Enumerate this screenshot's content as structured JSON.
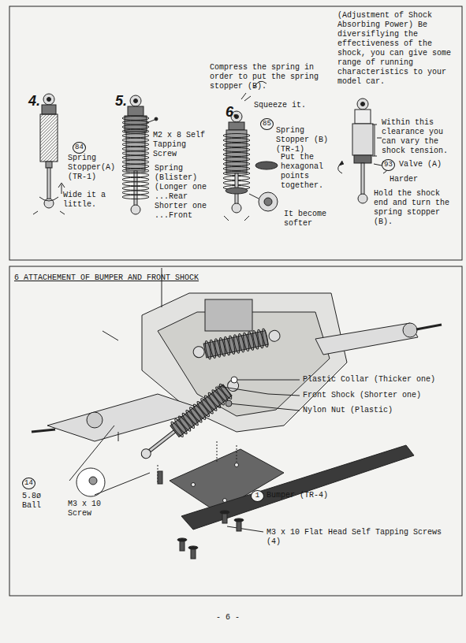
{
  "diagram": {
    "labels": [
      "4.",
      "5.",
      "6.",
      "84",
      "Spring Stopper(A) (TR-1)",
      "Wide it a little.",
      "M2 x 8 Self Tapping Screw",
      "Spring (Blister) (Longer one ...Rear Shorter one ...Front",
      "Compress the spring in order to put the spring stopper (B).",
      "Squeeze it.",
      "85",
      "Spring Stopper (B) (TR-1)",
      "Put the hexagonal points together.",
      "It become softer",
      "(Adjustment of Shock Absorbing Power) Be diversiflying the effectiveness of the shock, you can give some range of running characteristics to your model car.",
      "Within this clearance you can vary the shock tension.",
      "93",
      "Valve (A)",
      "Harder",
      "Hold the shock end and turn the spring stopper (B).",
      "6 ATTACHEMENT OF BUMPER AND FRONT SHOCK",
      "Plastic Collar (Thicker one)",
      "Front Shock (Shorter one)",
      "Nylon Nut (Plastic)",
      "14",
      "5.8ø Ball",
      "M3 x 10 Screw",
      "1",
      "Bumper (TR-4)",
      "M3 x 10 Flat Head Self Tapping Screws (4)",
      "- 6 -"
    ]
  }
}
